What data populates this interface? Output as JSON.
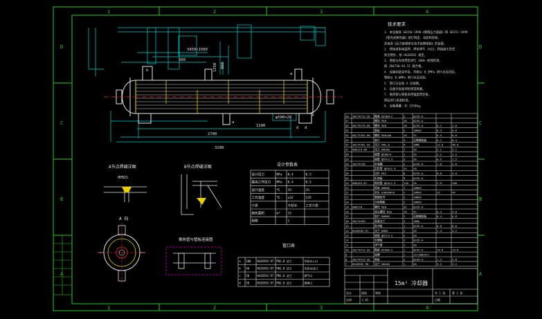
{
  "colors": {
    "frame": "#1fd11f",
    "equipment": "#e8e8e8",
    "dimension": "#00d4d4",
    "note_text": "#d8d8d8",
    "section_yellow": "#e6d200",
    "magenta": "#d000d0",
    "red": "#ff3030"
  },
  "zone_numbers_top": [
    "1",
    "2",
    "3",
    "4"
  ],
  "zone_numbers_bottom": [
    "1",
    "2",
    "3",
    "4"
  ],
  "zone_letters_left": [
    "D",
    "C",
    "B",
    "A"
  ],
  "zone_letters_right": [
    "D",
    "C",
    "B",
    "A"
  ],
  "main_view": {
    "dimensions": [
      "3450×1500",
      "500",
      "2700",
      "1100",
      "3100",
      "1250",
      "800"
    ],
    "markers": [
      "b",
      "a",
      "d",
      "a",
      "d"
    ],
    "note_box": "φ500×20"
  },
  "detail_views": {
    "detail_1_title": "A节点焊缝详图",
    "detail_1_label": "HPB15",
    "detail_2_title": "B节点焊缝详图",
    "section_a_title": "A 向",
    "detail_3_title": "换热管与管板连接图"
  },
  "design_spec": {
    "title": "设计参数表",
    "rows": [
      [
        "设计压力",
        "MPa",
        "0.4",
        "0.5"
      ],
      [
        "最高工作压力",
        "MPa",
        "0.4",
        "0.5"
      ],
      [
        "设计温度",
        "℃",
        "35",
        "35"
      ],
      [
        "工作温度",
        "℃",
        "≤32",
        "135"
      ],
      [
        "介质",
        "",
        "冷却水",
        "工艺介质"
      ],
      [
        "换热面积",
        "m²",
        "15",
        ""
      ],
      [
        "程数",
        "",
        "1",
        ""
      ]
    ]
  },
  "nozzle_table": {
    "title": "管口表",
    "rows": [
      [
        "a",
        "100",
        "HG20592-97",
        "PN1.0 法兰",
        "冷却水入口"
      ],
      [
        "b",
        "50",
        "HG20592-97",
        "PN1.0 法兰",
        "冷却水出口"
      ],
      [
        "c",
        "50",
        "HG20592-97",
        "PN1.0 法兰",
        "排气口"
      ],
      [
        "d",
        "50",
        "HG20592-97",
        "PN1.0 法兰",
        "排净口"
      ]
    ]
  },
  "notes": {
    "title": "技术要求",
    "lines": [
      "1. 本设备按 GB150-1998《钢制压力容器》和 GB151-1999",
      "   《管壳式换热器》进行制造、试验和验收，",
      "   并接受《压力容器安全技术监察规程》的监督。",
      "2. 焊接采用电弧焊，焊条牌号 J422，焊接接头型式",
      "   除注明外，按 HG20583 规定。",
      "3. 管板与壳体焊后进行 100% 射线检测，",
      "   按 JB4730-94 II 级合格。",
      "4. 设备制造完毕后，壳程以 0.5MPa 进行水压试验，",
      "   管程以 0.6MPa 进行水压试验。",
      "5. 管口方位按 A 向视图。",
      "6. 设备外表面涂防锈漆两遍。",
      "7. 换热管与管板采用强度焊连接，",
      "   焊后进行渗透检测。",
      "8. 设备重量：约 1250kg。"
    ]
  },
  "parts_list": {
    "rows": [
      [
        "38",
        "JB/T4712-92",
        "鞍座 BI500-F",
        "2",
        "Q235-A",
        "",
        ""
      ],
      [
        "37",
        "",
        "螺母 M16",
        "16",
        "Q235-A",
        "",
        ""
      ],
      [
        "36",
        "GB/T6170-86",
        "螺母 M20",
        "16",
        "Q235-A",
        "0.1",
        "1.6"
      ],
      [
        "35",
        "",
        "管板",
        "2",
        "16MnR",
        "0.3",
        "0.6"
      ],
      [
        "34",
        "GB/T5782-86",
        "螺栓 M20×80",
        "16",
        "35",
        "0.5",
        "8.0"
      ],
      [
        "33",
        "",
        "垫片",
        "4",
        "石棉橡胶板",
        "0.1",
        "0.4"
      ],
      [
        "32",
        "JB/T4701-92",
        "法兰 PN1.0",
        "4",
        "16Mn",
        "12.0",
        "48.0"
      ],
      [
        "31",
        "GB9119-88",
        "法兰 DN100",
        "1",
        "20",
        "3.1",
        "3.1"
      ],
      [
        "30",
        "",
        "接管 φ108×4",
        "1",
        "20",
        "1.2",
        "1.2"
      ],
      [
        "29",
        "",
        "接管 φ57×3.5",
        "3",
        "20",
        "0.5",
        "1.5"
      ],
      [
        "28",
        "JB/T4736",
        "补强圈",
        "2",
        "Q235-A",
        "1.8",
        "3.6"
      ],
      [
        "27",
        "",
        "定距管 φ25×2.5",
        "24",
        "20",
        "",
        ""
      ],
      [
        "26",
        "",
        "拉杆 M12",
        "6",
        "Q235-A",
        "0.8",
        "4.8"
      ],
      [
        "25",
        "",
        "折流板",
        "9",
        "Q235-A",
        "",
        ""
      ],
      [
        "24",
        "GB8163-87",
        "换热管 φ25×2.5",
        "120",
        "20",
        "2.9",
        "348"
      ],
      [
        "23",
        "",
        "筒体 DN500",
        "1",
        "16MnR",
        "",
        ""
      ],
      [
        "22",
        "",
        "封头 EHA500×8",
        "2",
        "16MnR",
        "22",
        "44"
      ],
      [
        "21",
        "",
        "管箱短节",
        "2",
        "16MnR",
        "",
        ""
      ],
      [
        "20",
        "",
        "分程隔板",
        "2",
        "16MnR",
        "",
        ""
      ],
      [
        "19",
        "GB6170",
        "螺母 M16",
        "32",
        "Q235-A",
        "",
        ""
      ],
      [
        "18",
        "",
        "双头螺柱 M16",
        "16",
        "35",
        "0.3",
        "4.8"
      ],
      [
        "17",
        "",
        "垫片 DN500",
        "2",
        "石棉橡胶板",
        "0.4",
        "0.8"
      ],
      [
        "16",
        "JB/T4703",
        "容器法兰",
        "2",
        "16Mn",
        "",
        ""
      ],
      [
        "15",
        "",
        "防冲板",
        "1",
        "Q235-A",
        "0.6",
        "0.6"
      ],
      [
        "14",
        "HG20592-97",
        "法兰 DN50",
        "3",
        "20",
        "1.4",
        "4.2"
      ],
      [
        "13",
        "",
        "接管 φ57×3.5",
        "2",
        "20",
        "",
        ""
      ],
      [
        "12",
        "",
        "支撑板",
        "2",
        "Q235-A",
        "",
        ""
      ],
      [
        "11",
        "",
        "排气管",
        "1",
        "20",
        "",
        ""
      ],
      [
        "10",
        "JB/T4712-92",
        "鞍座 BI500-S",
        "1",
        "Q235-A",
        "19.6",
        "19.6"
      ],
      [
        "9",
        "",
        "铭牌",
        "1",
        "1Cr18Ni9Ti",
        "",
        ""
      ],
      [
        "8",
        "JB/T4712-92",
        "垫板",
        "2",
        "Q235-A",
        "1.3",
        "2.6"
      ],
      [
        "7",
        "HG20592-98",
        "法兰 DN100",
        "1",
        "20",
        "3.2",
        "3.2"
      ]
    ]
  },
  "title_block": {
    "name": "15m² 冷却器",
    "cells": [
      "设计",
      "校核",
      "审核",
      "比例",
      "1:10",
      "共 1 张",
      "第 1 张",
      "日期"
    ]
  }
}
